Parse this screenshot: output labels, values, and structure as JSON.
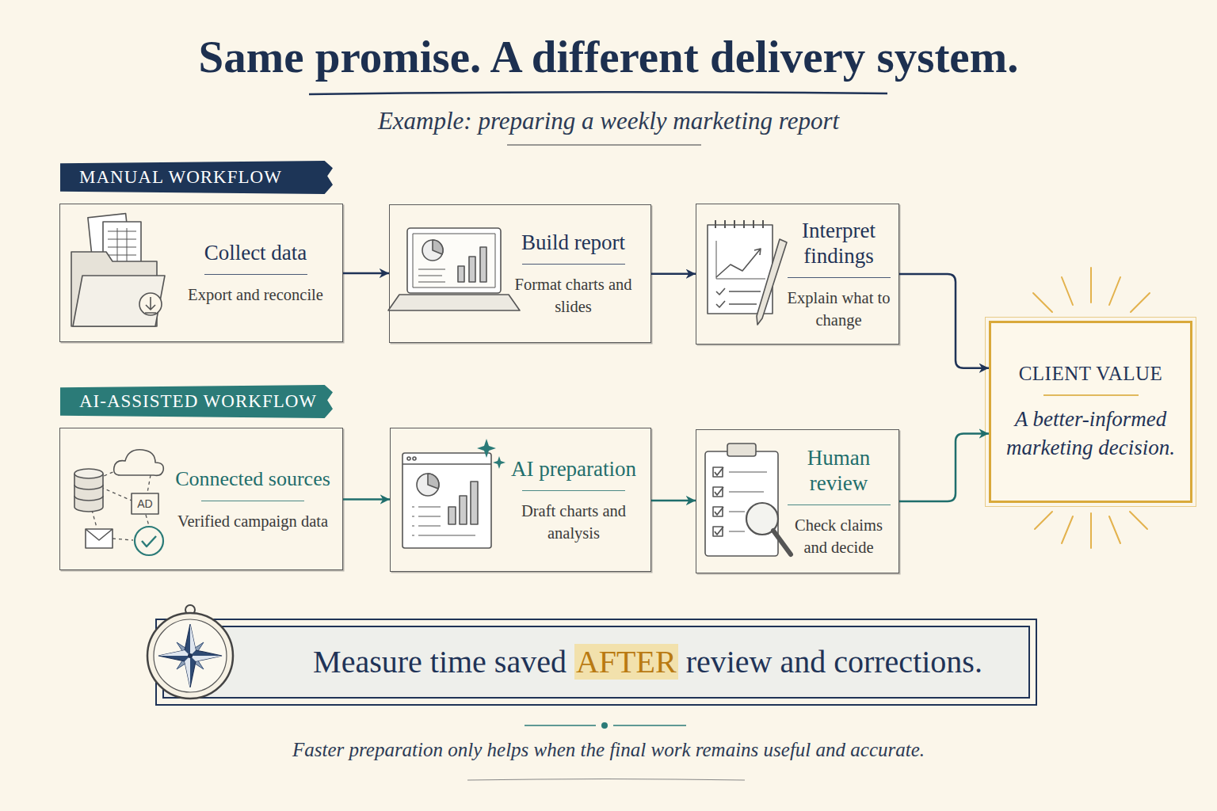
{
  "diagram": {
    "title": "Same promise. A different delivery system.",
    "caption": "Faster preparation only helps when the final work remains useful and accurate.",
    "nodes": [
      {
        "text": [
          "MANUAL WORKFLOW"
        ]
      },
      {
        "text": [
          "Collect data",
          "Export and reconcile"
        ]
      },
      {
        "text": [
          "Build report",
          "Format charts and slides"
        ]
      },
      {
        "text": [
          "Interpret findings",
          "Explain what to change"
        ]
      },
      {
        "text": [
          "AI-ASSISTED WORKFLOW"
        ]
      },
      {
        "text": [
          "Connected sources",
          "Verified campaign data"
        ]
      },
      {
        "text": [
          "AI preparation",
          "Draft charts and analysis"
        ]
      },
      {
        "text": [
          "Human review",
          "Check claims and decide"
        ]
      },
      {
        "text": [
          "CLIENT VALUE",
          "A better-informed marketing decision."
        ]
      },
      {
        "text": [
          "Measure time saved AFTER review and corrections."
        ]
      }
    ],
    "edges": [
      {
        "from": 1,
        "to": 2,
        "arrow": "to"
      },
      {
        "from": 2,
        "to": 3,
        "arrow": "to"
      },
      {
        "from": 3,
        "to": 8,
        "arrow": "to"
      },
      {
        "from": 5,
        "to": 6,
        "arrow": "to"
      },
      {
        "from": 6,
        "to": 7,
        "arrow": "to"
      },
      {
        "from": 7,
        "to": 8,
        "arrow": "to"
      }
    ],
    "labels": [
      "Example: preparing a weekly marketing report",
      "AD"
    ]
  }
}
